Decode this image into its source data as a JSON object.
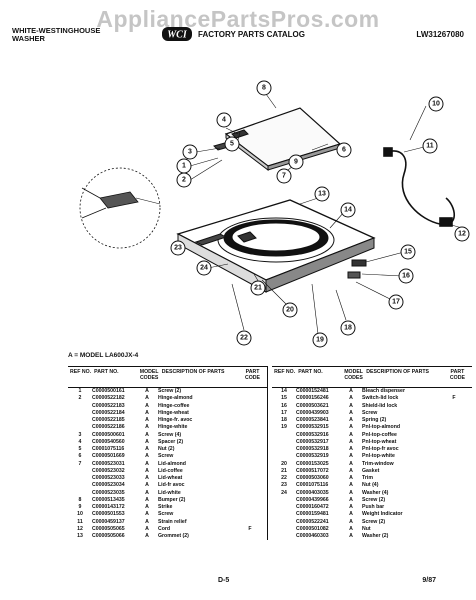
{
  "watermark": "AppliancePartsPros.com",
  "header": {
    "brand_line1": "WHITE-WESTINGHOUSE",
    "brand_line2": "WASHER",
    "catalog": "FACTORY PARTS CATALOG",
    "catalog_number": "LW31267080",
    "logo_text": "WCI",
    "logo_color": "#111111"
  },
  "diagram": {
    "callouts": [
      "1",
      "2",
      "3",
      "4",
      "5",
      "6",
      "7",
      "8",
      "9",
      "10",
      "11",
      "12",
      "13",
      "14",
      "15",
      "16",
      "17",
      "18",
      "19",
      "20",
      "21",
      "22",
      "23",
      "24"
    ]
  },
  "model_line": "A = MODEL LA600JX-4",
  "table_headers": {
    "ref": "REF NO.",
    "part": "PART NO.",
    "model": "MODEL CODES",
    "desc": "DESCRIPTION OF PARTS",
    "code": "PART CODE"
  },
  "parts_left": [
    {
      "ref": "1",
      "part": "C0000500161",
      "model": "A",
      "desc": "Screw (2)",
      "code": ""
    },
    {
      "ref": "2",
      "part": "C0000522182",
      "model": "A",
      "desc": "Hinge-almond",
      "code": ""
    },
    {
      "ref": "",
      "part": "C0000522183",
      "model": "A",
      "desc": "Hinge-coffee",
      "code": ""
    },
    {
      "ref": "",
      "part": "C0000522184",
      "model": "A",
      "desc": "Hinge-wheat",
      "code": ""
    },
    {
      "ref": "",
      "part": "C0000522185",
      "model": "A",
      "desc": "Hinge-fr. avoc",
      "code": ""
    },
    {
      "ref": "",
      "part": "C0000522186",
      "model": "A",
      "desc": "Hinge-white",
      "code": ""
    },
    {
      "ref": "3",
      "part": "C0000500601",
      "model": "A",
      "desc": "Screw (4)",
      "code": ""
    },
    {
      "ref": "4",
      "part": "C0000540560",
      "model": "A",
      "desc": "Spacer (2)",
      "code": ""
    },
    {
      "ref": "5",
      "part": "C0001075116",
      "model": "A",
      "desc": "Nut (2)",
      "code": ""
    },
    {
      "ref": "6",
      "part": "C0000501669",
      "model": "A",
      "desc": "Screw",
      "code": ""
    },
    {
      "ref": "7",
      "part": "C0000523031",
      "model": "A",
      "desc": "Lid-almond",
      "code": ""
    },
    {
      "ref": "",
      "part": "C0000523032",
      "model": "A",
      "desc": "Lid-coffee",
      "code": ""
    },
    {
      "ref": "",
      "part": "C0000523033",
      "model": "A",
      "desc": "Lid-wheat",
      "code": ""
    },
    {
      "ref": "",
      "part": "C0000523034",
      "model": "A",
      "desc": "Lid-fr avoc",
      "code": ""
    },
    {
      "ref": "",
      "part": "C0000523035",
      "model": "A",
      "desc": "Lid-white",
      "code": ""
    },
    {
      "ref": "8",
      "part": "C0000513435",
      "model": "A",
      "desc": "Bumper (2)",
      "code": ""
    },
    {
      "ref": "9",
      "part": "C0000143172",
      "model": "A",
      "desc": "Strike",
      "code": ""
    },
    {
      "ref": "10",
      "part": "C0000501553",
      "model": "A",
      "desc": "Screw",
      "code": ""
    },
    {
      "ref": "11",
      "part": "C0000459137",
      "model": "A",
      "desc": "Strain relief",
      "code": ""
    },
    {
      "ref": "12",
      "part": "C0000505065",
      "model": "A",
      "desc": "Cord",
      "code": "F"
    },
    {
      "ref": "13",
      "part": "C0000505066",
      "model": "A",
      "desc": "Grommet (2)",
      "code": ""
    }
  ],
  "parts_right": [
    {
      "ref": "14",
      "part": "C0000152481",
      "model": "A",
      "desc": "Bleach dispenser",
      "code": ""
    },
    {
      "ref": "15",
      "part": "C0000156246",
      "model": "A",
      "desc": "Switch-lid lock",
      "code": "F"
    },
    {
      "ref": "16",
      "part": "C0000503621",
      "model": "A",
      "desc": "Shield-lid lock",
      "code": ""
    },
    {
      "ref": "17",
      "part": "C0000439903",
      "model": "A",
      "desc": "Screw",
      "code": ""
    },
    {
      "ref": "18",
      "part": "C0000523841",
      "model": "A",
      "desc": "Spring (2)",
      "code": ""
    },
    {
      "ref": "19",
      "part": "C0000532915",
      "model": "A",
      "desc": "Pnl-top-almond",
      "code": ""
    },
    {
      "ref": "",
      "part": "C0000532916",
      "model": "A",
      "desc": "Pnl-top-coffee",
      "code": ""
    },
    {
      "ref": "",
      "part": "C0000532917",
      "model": "A",
      "desc": "Pnl-top-wheat",
      "code": ""
    },
    {
      "ref": "",
      "part": "C0000532918",
      "model": "A",
      "desc": "Pnl-top-fr avoc",
      "code": ""
    },
    {
      "ref": "",
      "part": "C0000532919",
      "model": "A",
      "desc": "Pnl-top-white",
      "code": ""
    },
    {
      "ref": "20",
      "part": "C0000153025",
      "model": "A",
      "desc": "Trim-window",
      "code": ""
    },
    {
      "ref": "21",
      "part": "C0000517072",
      "model": "A",
      "desc": "Gasket",
      "code": ""
    },
    {
      "ref": "22",
      "part": "C0000503060",
      "model": "A",
      "desc": "Trim",
      "code": ""
    },
    {
      "ref": "23",
      "part": "C0001075116",
      "model": "A",
      "desc": "Nut (4)",
      "code": ""
    },
    {
      "ref": "24",
      "part": "C0000403035",
      "model": "A",
      "desc": "Washer (4)",
      "code": ""
    },
    {
      "ref": "",
      "part": "C0000439966",
      "model": "A",
      "desc": "Screw (2)",
      "code": ""
    },
    {
      "ref": "",
      "part": "C0000160472",
      "model": "A",
      "desc": "Push bar",
      "code": ""
    },
    {
      "ref": "",
      "part": "C0000159481",
      "model": "A",
      "desc": "Weight Indicator",
      "code": ""
    },
    {
      "ref": "",
      "part": "C0000522241",
      "model": "A",
      "desc": "Screw (2)",
      "code": ""
    },
    {
      "ref": "",
      "part": "C0000501082",
      "model": "A",
      "desc": "Nut",
      "code": ""
    },
    {
      "ref": "",
      "part": "C0000460303",
      "model": "A",
      "desc": "Washer (2)",
      "code": ""
    }
  ],
  "footer": {
    "page": "D-5",
    "date": "9/87"
  }
}
